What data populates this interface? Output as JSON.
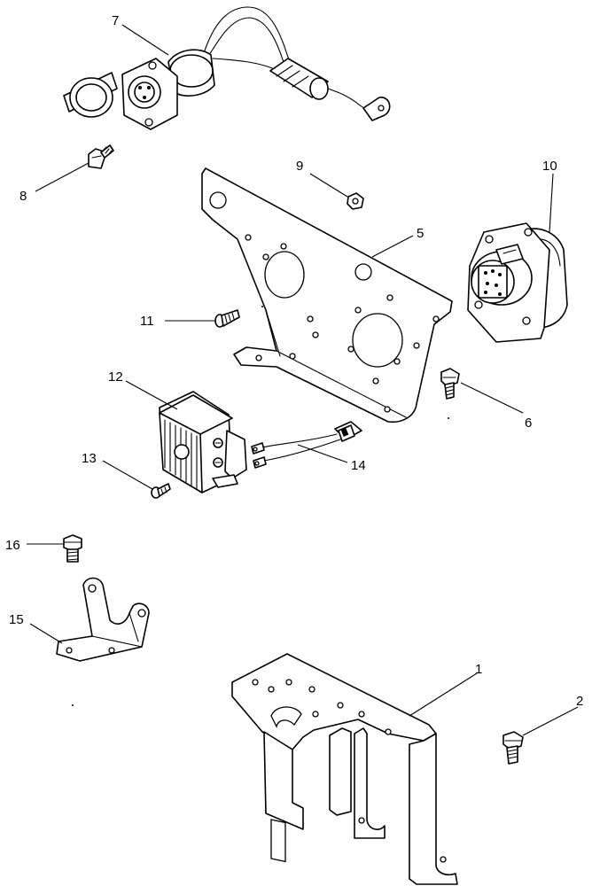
{
  "callouts": {
    "c1": "1",
    "c2": "2",
    "c5": "5",
    "c6": "6",
    "c7": "7",
    "c8": "8",
    "c9": "9",
    "c10": "10",
    "c11": "11",
    "c12": "12",
    "c13": "13",
    "c14": "14",
    "c15": "15",
    "c16": "16"
  },
  "icons": {
    "item-7": "wiring-harness-socket-icon",
    "item-8": "hex-bolt-icon",
    "item-9": "hex-nut-icon",
    "item-10": "trailer-socket-icon",
    "item-5": "mounting-plate-icon",
    "item-11": "screw-icon",
    "item-12": "backup-alarm-icon",
    "item-14": "wire-lead-icon",
    "item-6": "hex-bolt-icon",
    "item-13": "screw-icon",
    "item-16": "hex-bolt-icon",
    "item-15": "small-bracket-icon",
    "item-1": "support-bracket-icon",
    "item-2": "hex-bolt-icon"
  }
}
